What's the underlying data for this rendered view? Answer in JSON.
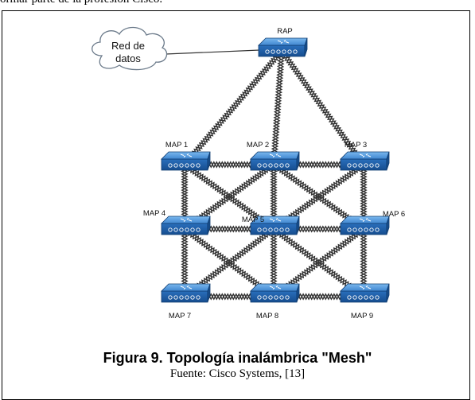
{
  "top_fragment": "ormar parte de la profesión Cisco.",
  "cloud": {
    "label_line1": "Red de",
    "label_line2": "datos"
  },
  "root_node": {
    "label": "RAP"
  },
  "mesh_nodes": [
    {
      "id": "map1",
      "label": "MAP 1",
      "col": 0,
      "row": 0
    },
    {
      "id": "map2",
      "label": "MAP 2",
      "col": 1,
      "row": 0
    },
    {
      "id": "map3",
      "label": "MAP 3",
      "col": 2,
      "row": 0
    },
    {
      "id": "map4",
      "label": "MAP 4",
      "col": 0,
      "row": 1
    },
    {
      "id": "map5",
      "label": "MAP 5",
      "col": 1,
      "row": 1
    },
    {
      "id": "map6",
      "label": "MAP 6",
      "col": 2,
      "row": 1
    },
    {
      "id": "map7",
      "label": "MAP 7",
      "col": 0,
      "row": 2
    },
    {
      "id": "map8",
      "label": "MAP 8",
      "col": 1,
      "row": 2
    },
    {
      "id": "map9",
      "label": "MAP 9",
      "col": 2,
      "row": 2
    }
  ],
  "links": [
    [
      "rap",
      "map1"
    ],
    [
      "rap",
      "map2"
    ],
    [
      "rap",
      "map3"
    ],
    [
      "map1",
      "map2"
    ],
    [
      "map2",
      "map3"
    ],
    [
      "map4",
      "map5"
    ],
    [
      "map5",
      "map6"
    ],
    [
      "map7",
      "map8"
    ],
    [
      "map8",
      "map9"
    ],
    [
      "map1",
      "map4"
    ],
    [
      "map4",
      "map7"
    ],
    [
      "map2",
      "map5"
    ],
    [
      "map5",
      "map8"
    ],
    [
      "map3",
      "map6"
    ],
    [
      "map6",
      "map9"
    ],
    [
      "map1",
      "map5"
    ],
    [
      "map2",
      "map4"
    ],
    [
      "map2",
      "map6"
    ],
    [
      "map3",
      "map5"
    ],
    [
      "map4",
      "map8"
    ],
    [
      "map5",
      "map7"
    ],
    [
      "map5",
      "map9"
    ],
    [
      "map6",
      "map8"
    ]
  ],
  "wired_link": [
    "cloud",
    "rap"
  ],
  "caption": {
    "title": "Figura 9.  Topología inalámbrica \"Mesh\"",
    "source": "Fuente: Cisco Systems, [13]"
  },
  "colors": {
    "device_top": "#4a8fd4",
    "device_side": "#1f5fa8",
    "link": "#333333"
  },
  "icons": {
    "cloud": "cloud-icon",
    "access_point": "wireless-access-point-icon"
  }
}
